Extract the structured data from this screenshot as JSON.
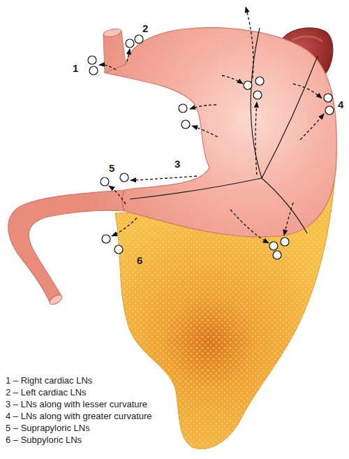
{
  "diagram": {
    "labels": [
      "1",
      "2",
      "3",
      "4",
      "5",
      "6",
      "1 – Right cardiac LNs",
      "2 – Left cardiac LNs",
      "3 – LNs along with lesser curvature",
      "4 – LNs along with greater curvature",
      "5 – Suprapyloric LNs",
      "6 – Subpyloric LNs"
    ]
  }
}
